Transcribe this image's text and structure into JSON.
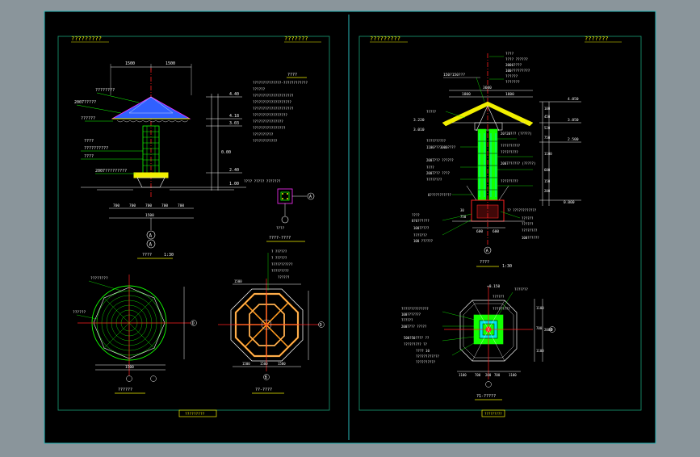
{
  "sheets": [
    {
      "header_left": "?????????",
      "header_right": "???????",
      "title_block": "?????????",
      "labels": {
        "gallery_dims_top": [
          "1500",
          "1500"
        ],
        "roof_callouts": [
          "????????",
          "2007?????",
          "??????"
        ],
        "body_callouts": [
          "????",
          "??????????",
          "????",
          "2007?????????"
        ],
        "elevation_marks": [
          "4.40",
          "4.18",
          "3.03",
          "2.40",
          "1.00",
          "0.00"
        ],
        "base_dims": [
          "700",
          "700",
          "700",
          "700",
          "700",
          "1500"
        ],
        "section_markers": [
          "A",
          "A"
        ],
        "section_title": "????",
        "section_scale": "1:30",
        "detail_label": "????",
        "detail_title": "????-????",
        "detail_note": "???? ?????  ???????",
        "notes_title": "????",
        "notes": [
          "??????????????-????????????",
          "??????",
          "????????????????????",
          "???????????????????",
          "????????????????????",
          "?????????????????",
          "???????????????",
          "????????????????",
          "??????????",
          "????????????"
        ],
        "plan_roof_title": "??????",
        "plan_roof_callouts": [
          "????????",
          "??????"
        ],
        "plan_base_title": "??-????",
        "plan_base_callouts": [
          "? ??????",
          "? ??????",
          "???????????",
          "?????????",
          "??????"
        ],
        "plan_dims_top": [
          "1500"
        ],
        "plan_dims_bottom": [
          "1500",
          "1500",
          "1500"
        ],
        "plan_markers": [
          "D",
          "D",
          "B",
          "1",
          "2"
        ]
      }
    },
    {
      "header_left": "?????????",
      "header_right": "???????",
      "title_block": "?????????",
      "labels": {
        "top_callouts": [
          "????",
          "???? ??????",
          "3006????",
          "100?????????",
          "??????",
          "???????",
          "?????????"
        ],
        "ridge_callout": "150?150???",
        "span_dims": [
          "3600",
          "1800",
          "1800"
        ],
        "elevations": [
          "4.050",
          "3.050",
          "2.500",
          "0.000"
        ],
        "left_elev": [
          "3.220",
          "3.010"
        ],
        "left_callouts": [
          "?????",
          "??????????",
          "1100???3000????",
          "2007??? ??????",
          "????",
          "2007??? ????",
          "????????",
          "8???????????",
          "????",
          "8?6??????",
          "100?????",
          "???????",
          "100 ??????"
        ],
        "right_callouts": [
          "20?20??? (?????)",
          "??????????",
          "?????????",
          "2007?????? (?????)",
          "?????????",
          "?? ????????????",
          "??????",
          "??????",
          "????????",
          "100??????"
        ],
        "vert_dims": [
          "100",
          "450",
          "520",
          "750",
          "1100",
          "600",
          "150",
          "200",
          "30",
          "750"
        ],
        "base_dims": [
          "600",
          "600"
        ],
        "marker": "A",
        "section_title": "????",
        "section_scale": "1:30",
        "plan_title": "?1-?????",
        "plan_elev": "+0.150",
        "plan_callouts_left": [
          "??????????????",
          "100???????",
          "??????",
          "2007??? ?????",
          "500?50???? ??",
          "????????? ??",
          "???? 10",
          "????????????",
          "??????????"
        ],
        "plan_callouts_top": [
          "???????",
          "??????",
          "?????????"
        ],
        "plan_dims_bottom": [
          "1100",
          "700",
          "200",
          "700",
          "1100"
        ],
        "plan_dims_right": [
          "1100",
          "700",
          "1100",
          "2000"
        ],
        "plan_marker": "D"
      }
    }
  ],
  "colors": {
    "frame": "#0a1116",
    "paper": "#000000",
    "sheet_border": "#2ab8b8",
    "inner_border": "#18a078",
    "yellow": "#f2f000",
    "green": "#12ff00",
    "white": "#f5f5f5",
    "magenta": "#ff30ff",
    "red": "#ff2020",
    "cyan": "#00e8e8",
    "blue": "#3060ff",
    "orange": "#ff9a20"
  }
}
